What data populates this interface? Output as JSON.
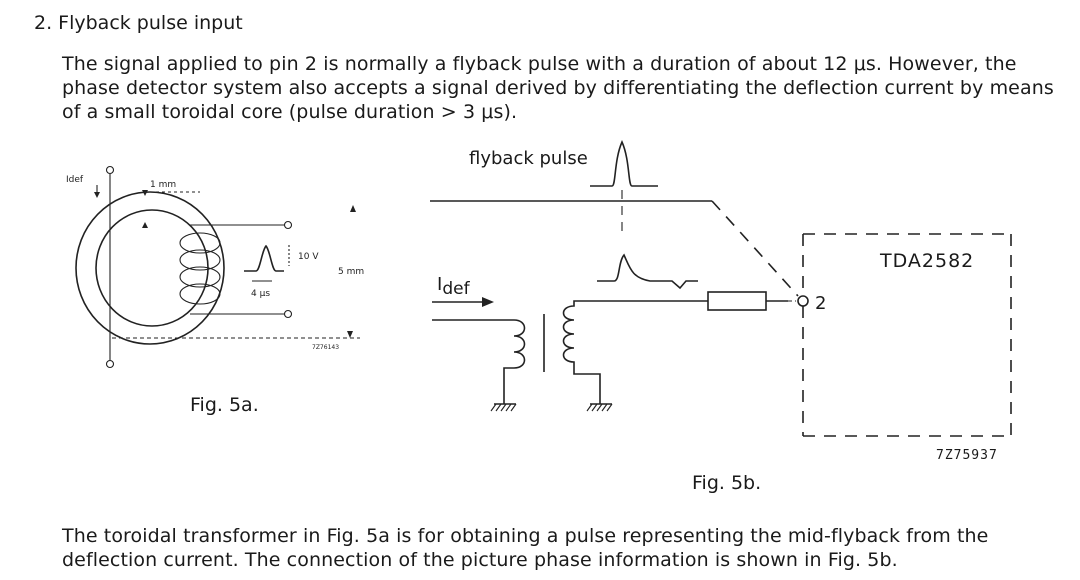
{
  "section": {
    "heading": "2. Flyback pulse input",
    "paragraph_1": "The signal applied to pin 2 is normally a flyback pulse with a duration of about 12 μs. However, the phase detector system also accepts a signal derived by differentiating the deflection current by means of a small toroidal core (pulse duration > 3 μs).",
    "paragraph_2": "The toroidal transformer in Fig. 5a is for obtaining a pulse representing the mid-flyback from the deflection current. The connection of the picture phase information is shown in Fig. 5b."
  },
  "fig5a": {
    "caption": "Fig. 5a.",
    "label_idef": "Idef",
    "label_1mm": "1 mm",
    "label_10v": "10 V",
    "label_4us": "4 μs",
    "label_5mm": "5 mm",
    "code": "7Z76143"
  },
  "fig5b": {
    "caption": "Fig. 5b.",
    "label_flyback": "flyback pulse",
    "label_idef_main": "I",
    "label_idef_sub": "def",
    "chip_label": "TDA2582",
    "pin_label": "2",
    "code": "7Z75937"
  }
}
